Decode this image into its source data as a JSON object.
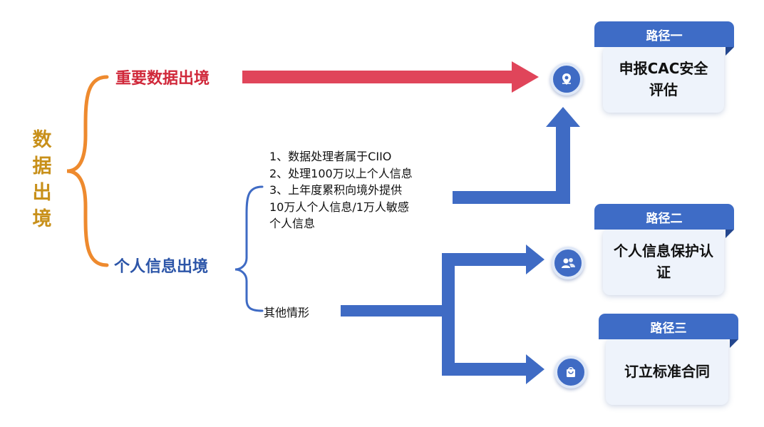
{
  "root": {
    "label": "数据出境"
  },
  "branches": {
    "important": {
      "label": "重要数据出境"
    },
    "personal": {
      "label": "个人信息出境"
    }
  },
  "conditions": {
    "line1": "1、数据处理者属于CIIO",
    "line2": "2、处理100万以上个人信息",
    "line3": "3、上年度累积向境外提供",
    "line4": "10万人个人信息/1万人敏感",
    "line5": "个人信息",
    "other": "其他情形"
  },
  "paths": [
    {
      "tab": "路径一",
      "title": "申报CAC安全评估",
      "icon": "location-pin-icon"
    },
    {
      "tab": "路径二",
      "title": "个人信息保护认证",
      "icon": "users-icon"
    },
    {
      "tab": "路径三",
      "title": "订立标准合同",
      "icon": "shopping-bag-icon"
    }
  ],
  "colors": {
    "root": "#C8901A",
    "brace": "#EE8A2E",
    "important": "#D0283A",
    "important_arrow": "#E0455A",
    "personal": "#2C55A8",
    "arrow_blue": "#3F6BC4",
    "tab": "#3E6CC6",
    "card_bg": "#EEF3FB"
  }
}
